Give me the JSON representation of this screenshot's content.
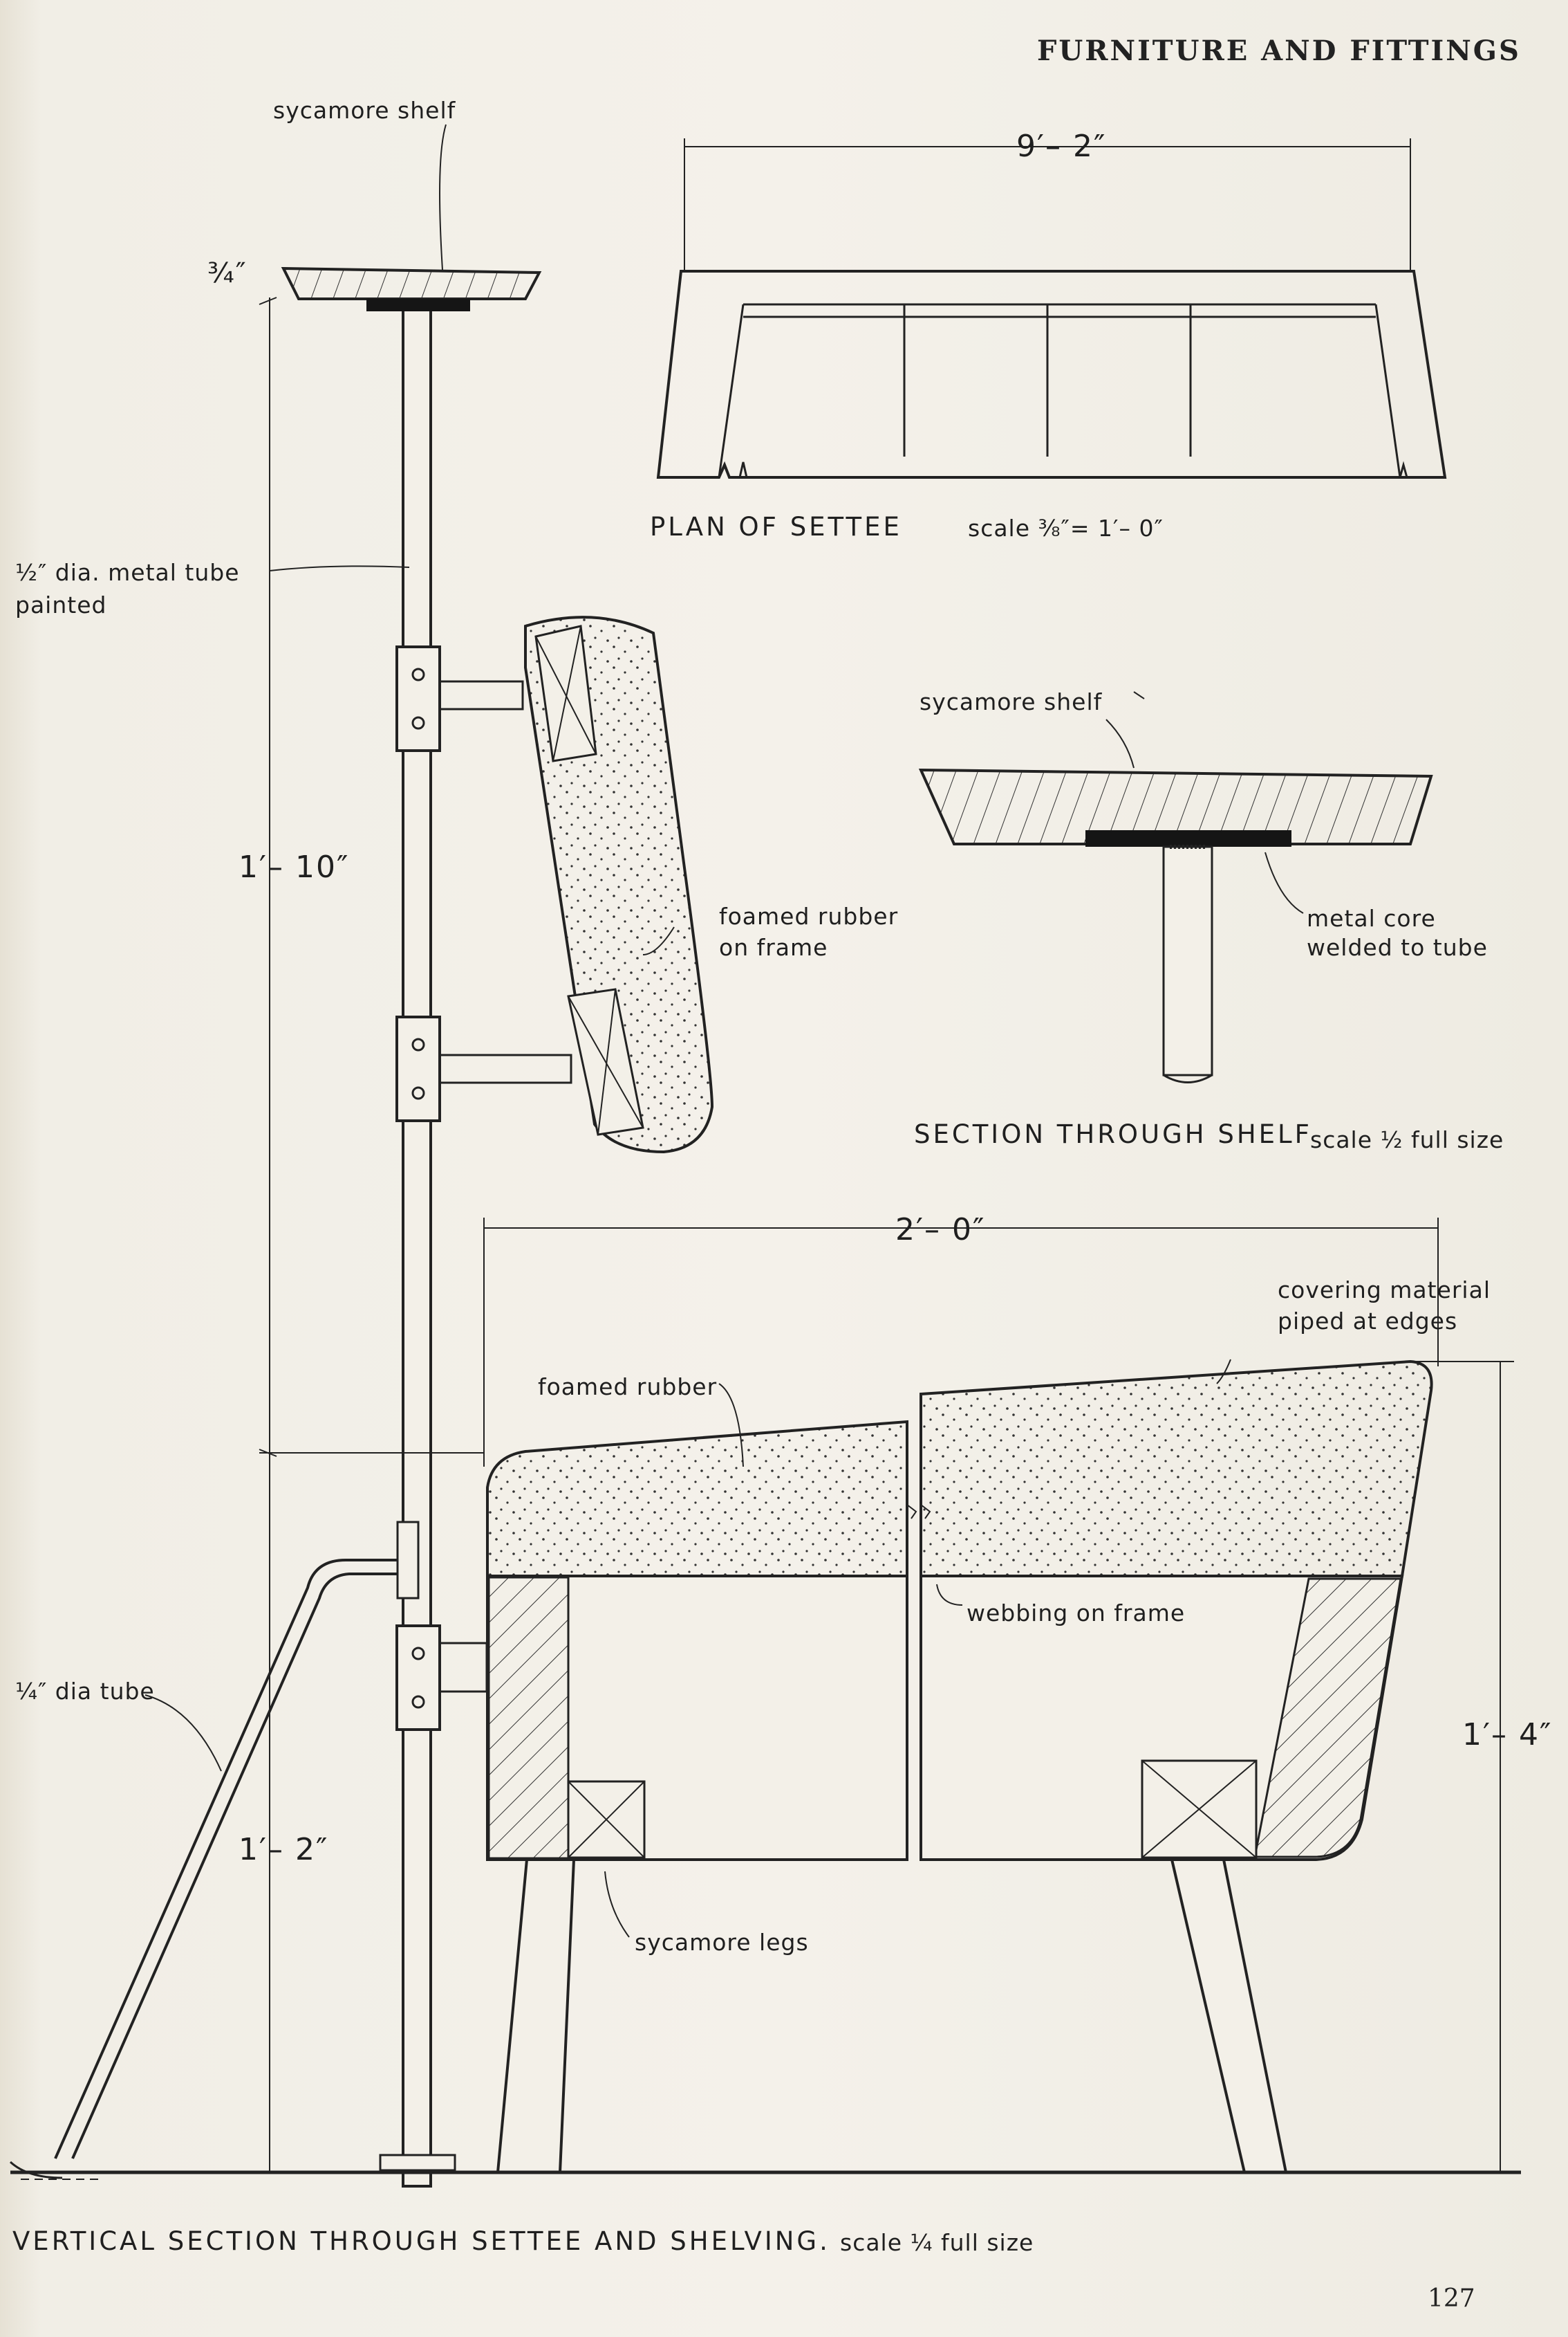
{
  "header": {
    "title": "FURNITURE AND FITTINGS"
  },
  "plan": {
    "dimension": "9′– 2″",
    "caption": "PLAN OF SETTEE",
    "scale": "scale ⅜″= 1′– 0″"
  },
  "shelf_section": {
    "label": "sycamore shelf",
    "core_label_1": "metal core",
    "core_label_2": "welded to tube",
    "caption": "SECTION THROUGH SHELF",
    "scale": "scale ½ full size"
  },
  "vertical_section": {
    "top_shelf_label": "sycamore shelf",
    "thickness": "¾″",
    "tube_label_1": "½″ dia. metal tube",
    "tube_label_2": "painted",
    "height_total": "1′– 10″",
    "back_label_1": "foamed rubber",
    "back_label_2": "on frame",
    "width": "2′– 0″",
    "covering_1": "covering material",
    "covering_2": "piped at edges",
    "seat_label": "foamed rubber",
    "webbing_label": "webbing on frame",
    "small_tube_label": "¼″ dia tube",
    "height_lower": "1′– 2″",
    "height_settee": "1′– 4″",
    "legs_label": "sycamore legs",
    "caption": "VERTICAL SECTION THROUGH SETTEE AND SHELVING.",
    "scale": "scale ¼ full size"
  },
  "footer": {
    "page_number": "127"
  }
}
